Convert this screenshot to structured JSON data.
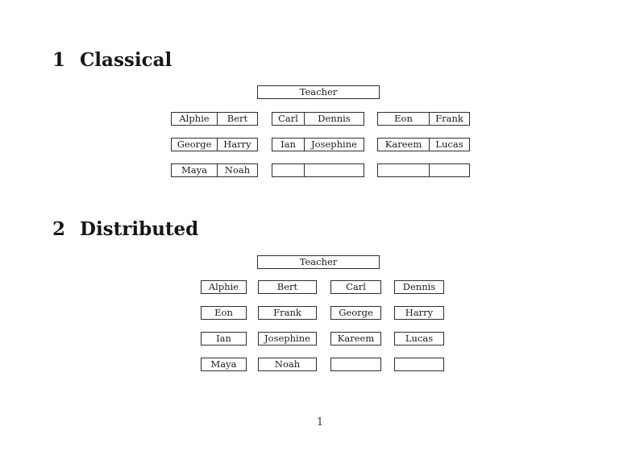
{
  "page": {
    "number": "1",
    "background_color": "#ffffff",
    "border_color": "#2e2e2e",
    "text_color": "#1c1c1c"
  },
  "sections": {
    "classical": {
      "heading_number": "1",
      "heading_title": "Classical",
      "teacher_label": "Teacher",
      "desks": [
        {
          "left": "Alphie",
          "right": "Bert"
        },
        {
          "left": "Carl",
          "right": "Dennis"
        },
        {
          "left": "Eon",
          "right": "Frank"
        },
        {
          "left": "George",
          "right": "Harry"
        },
        {
          "left": "Ian",
          "right": "Josephine"
        },
        {
          "left": "Kareem",
          "right": "Lucas"
        },
        {
          "left": "Maya",
          "right": "Noah"
        },
        {
          "left": "",
          "right": ""
        },
        {
          "left": "",
          "right": ""
        }
      ]
    },
    "distributed": {
      "heading_number": "2",
      "heading_title": "Distributed",
      "teacher_label": "Teacher",
      "seats": [
        "Alphie",
        "Bert",
        "Carl",
        "Dennis",
        "Eon",
        "Frank",
        "George",
        "Harry",
        "Ian",
        "Josephine",
        "Kareem",
        "Lucas",
        "Maya",
        "Noah",
        "",
        ""
      ]
    }
  }
}
